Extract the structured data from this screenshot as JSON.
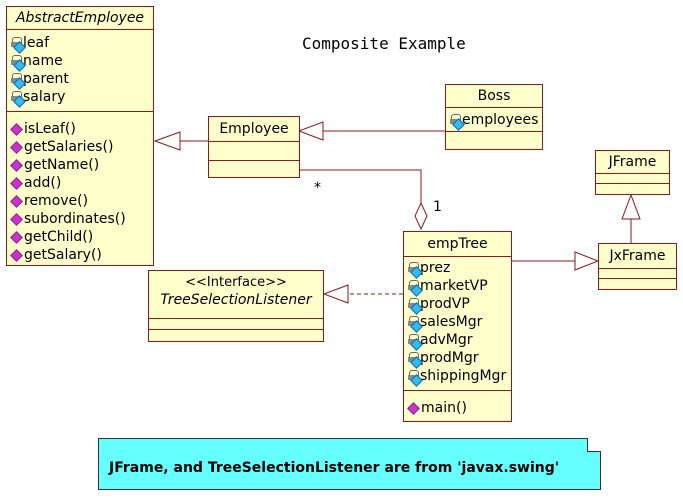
{
  "title": "Composite Example",
  "classes": {
    "abstract_employee": {
      "name": "AbstractEmployee",
      "attributes": [
        "leaf",
        "name",
        "parent",
        "salary"
      ],
      "operations": [
        "isLeaf()",
        "getSalaries()",
        "getName()",
        "add()",
        "remove()",
        "subordinates()",
        "getChild()",
        "getSalary()"
      ]
    },
    "employee": {
      "name": "Employee"
    },
    "boss": {
      "name": "Boss",
      "attributes": [
        "employees"
      ]
    },
    "jframe": {
      "name": "JFrame"
    },
    "jxframe": {
      "name": "JxFrame"
    },
    "tree_selection_listener": {
      "stereotype": "<<Interface>>",
      "name": "TreeSelectionListener"
    },
    "emp_tree": {
      "name": "empTree",
      "attributes": [
        "prez",
        "marketVP",
        "prodVP",
        "salesMgr",
        "advMgr",
        "prodMgr",
        "shippingMgr"
      ],
      "operations": [
        "main()"
      ]
    }
  },
  "multiplicities": {
    "employee_end": "*",
    "emptree_end": "1"
  },
  "note": "JFrame, and TreeSelectionListener are from 'javax.swing'",
  "colors": {
    "class_fill": "#ffffcc",
    "class_border": "#8b1a1a",
    "note_fill": "#66ffff"
  }
}
